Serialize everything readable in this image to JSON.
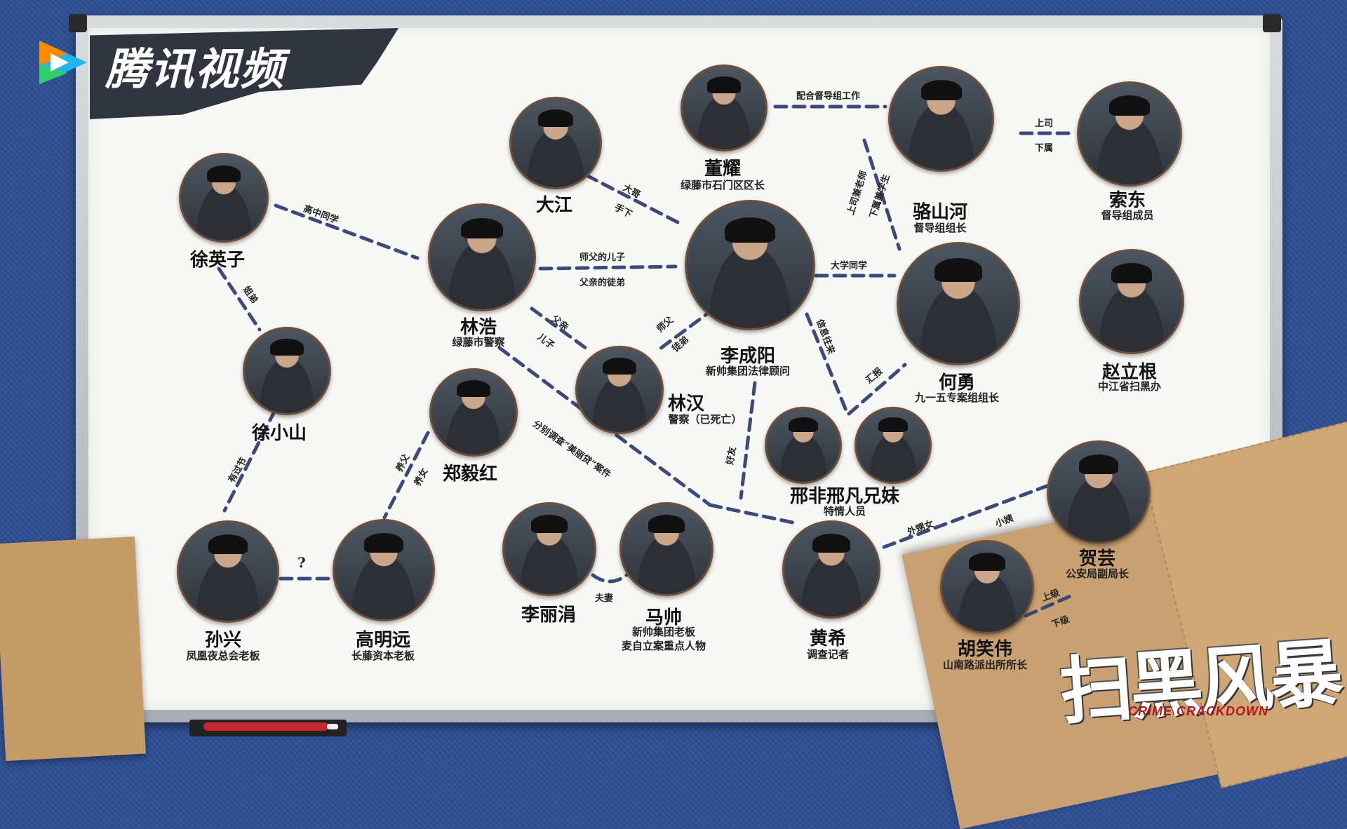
{
  "brand": {
    "logo_text": "腾讯视频"
  },
  "title": {
    "cn": "扫黑风暴",
    "en": "CRIME CRACKDOWN"
  },
  "characters": [
    {
      "id": "dongyao",
      "name": "董耀",
      "role": "绿藤市石门区区长"
    },
    {
      "id": "luoshanhe",
      "name": "骆山河",
      "role": "督导组组长"
    },
    {
      "id": "suodong",
      "name": "索东",
      "role": "督导组成员"
    },
    {
      "id": "dajiang",
      "name": "大江",
      "role": ""
    },
    {
      "id": "xuyingzi",
      "name": "徐英子",
      "role": ""
    },
    {
      "id": "linhao",
      "name": "林浩",
      "role": "绿藤市警察"
    },
    {
      "id": "lichengyang",
      "name": "李成阳",
      "role": "新帅集团法律顾问"
    },
    {
      "id": "heyong",
      "name": "何勇",
      "role": "九一五专案组组长"
    },
    {
      "id": "zhaoligen",
      "name": "赵立根",
      "role": "中江省扫黑办"
    },
    {
      "id": "xuxiaoshan",
      "name": "徐小山",
      "role": ""
    },
    {
      "id": "linhan",
      "name": "林汉",
      "role": "警察（已死亡）"
    },
    {
      "id": "zhengyihong",
      "name": "郑毅红",
      "role": ""
    },
    {
      "id": "xingfei",
      "name": "邢非邢凡兄妹",
      "role": "特情人员"
    },
    {
      "id": "heyun",
      "name": "贺芸",
      "role": "公安局副局长"
    },
    {
      "id": "sunxing",
      "name": "孙兴",
      "role": "凤凰夜总会老板"
    },
    {
      "id": "gaomingyuan",
      "name": "高明远",
      "role": "长藤资本老板"
    },
    {
      "id": "lilijuan",
      "name": "李丽涓",
      "role": ""
    },
    {
      "id": "mashuai",
      "name": "马帅",
      "role": "新帅集团老板",
      "role2": "麦自立案重点人物"
    },
    {
      "id": "huangxi",
      "name": "黄希",
      "role": "调查记者"
    },
    {
      "id": "huxiaowei",
      "name": "胡笑伟",
      "role": "山南路派出所所长"
    }
  ],
  "relations": [
    {
      "id": "r1",
      "text": "配合督导组工作"
    },
    {
      "id": "r2",
      "text": "上司"
    },
    {
      "id": "r3",
      "text": "下属"
    },
    {
      "id": "r4",
      "text": "大哥"
    },
    {
      "id": "r5",
      "text": "手下"
    },
    {
      "id": "r6",
      "text": "上司兼老师"
    },
    {
      "id": "r7",
      "text": "下属兼学生"
    },
    {
      "id": "r8",
      "text": "高中同学"
    },
    {
      "id": "r9",
      "text": "师父的儿子"
    },
    {
      "id": "r10",
      "text": "父亲的徒弟"
    },
    {
      "id": "r11",
      "text": "大学同学"
    },
    {
      "id": "r12",
      "text": "姐弟"
    },
    {
      "id": "r13",
      "text": "父亲"
    },
    {
      "id": "r14",
      "text": "儿子"
    },
    {
      "id": "r15",
      "text": "师父"
    },
    {
      "id": "r16",
      "text": "徒弟"
    },
    {
      "id": "r17",
      "text": "信息往来"
    },
    {
      "id": "r18",
      "text": "汇报"
    },
    {
      "id": "r19",
      "text": "分别调查“美丽贷”案件"
    },
    {
      "id": "r20",
      "text": "好友"
    },
    {
      "id": "r21",
      "text": "有过节"
    },
    {
      "id": "r22",
      "text": "养父"
    },
    {
      "id": "r23",
      "text": "养女"
    },
    {
      "id": "r24",
      "text": "外甥女"
    },
    {
      "id": "r25",
      "text": "小姨"
    },
    {
      "id": "r26",
      "text": "?"
    },
    {
      "id": "r27",
      "text": "夫妻"
    },
    {
      "id": "r28",
      "text": "上级"
    },
    {
      "id": "r29",
      "text": "下级"
    }
  ],
  "colors": {
    "board": "#f7f7f5",
    "line": "#3b4a7a",
    "backdrop": "#2f4f93",
    "envelope": "#c9a071",
    "title_en": "#b3161c"
  }
}
